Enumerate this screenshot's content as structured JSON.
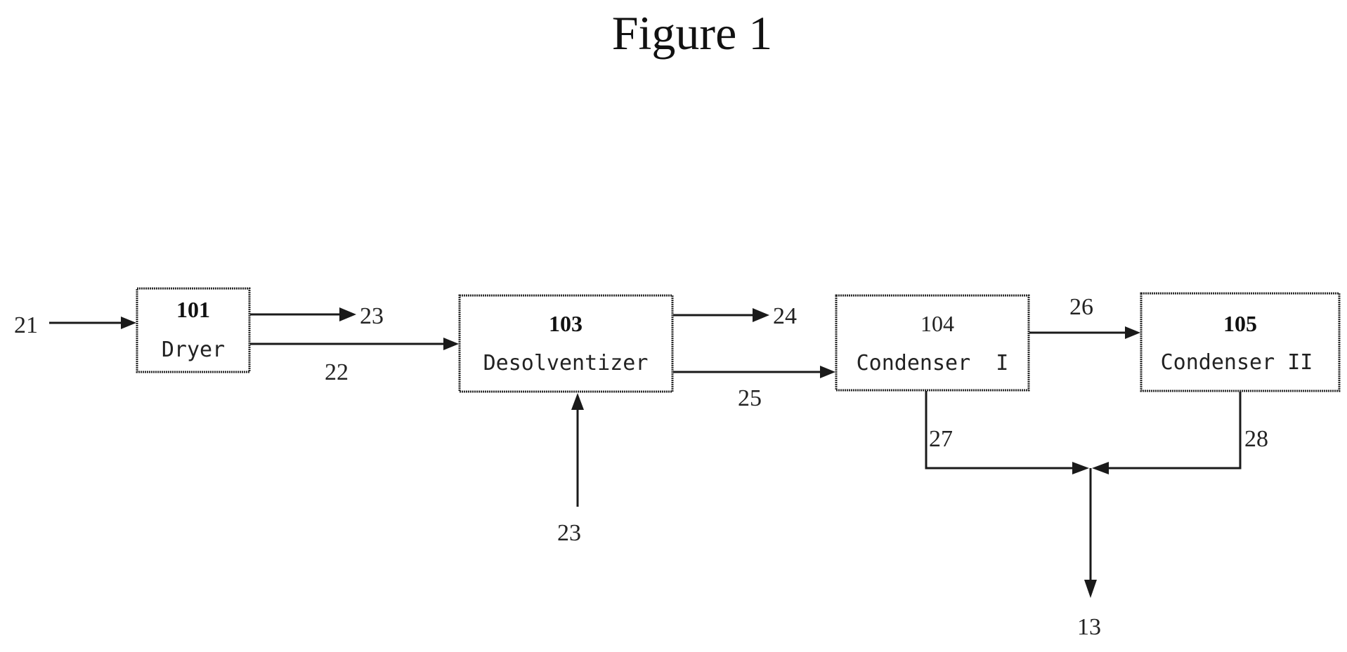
{
  "figure": {
    "title": "Figure 1"
  },
  "units": {
    "dryer": {
      "id": "101",
      "name": "Dryer"
    },
    "desolventizer": {
      "id": "103",
      "name": "Desolventizer"
    },
    "condenser1": {
      "id": "104",
      "name": "Condenser  I"
    },
    "condenser2": {
      "id": "105",
      "name": "Condenser II"
    }
  },
  "streams": {
    "s21": "21",
    "s22": "22",
    "s23_dryer_out": "23",
    "s23_desolventizer_in": "23",
    "s24": "24",
    "s25": "25",
    "s26": "26",
    "s27": "27",
    "s28": "28",
    "s13": "13"
  },
  "colors": {
    "line": "#1a1a1a",
    "background": "#ffffff"
  }
}
